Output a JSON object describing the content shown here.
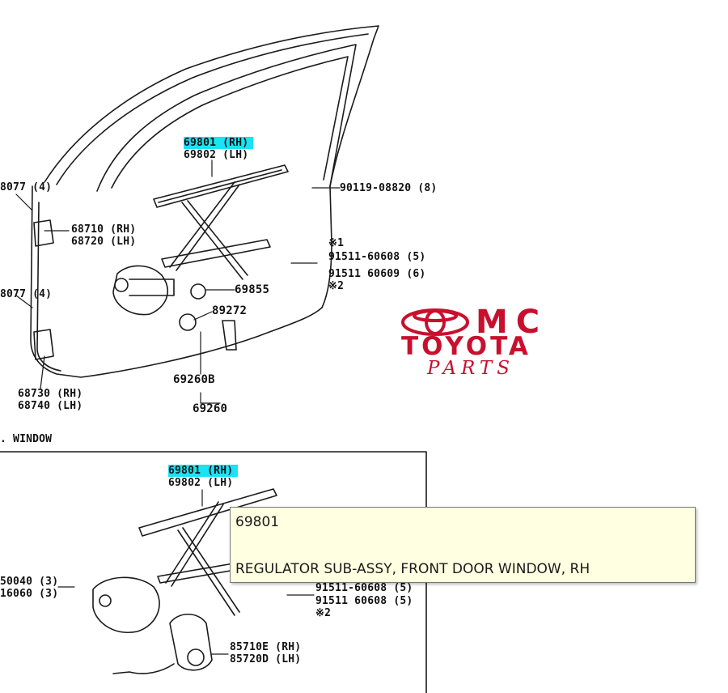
{
  "labels": {
    "p68077_a": "8077 (4)",
    "p69801_top": "69801 (RH)",
    "p69802_top": "69802 (LH)",
    "p90119": "90119-08820 (8)",
    "p68710": "68710 (RH)",
    "p68720": "68720 (LH)",
    "mark1": "※1",
    "p91511_a": "91511-60608 (5)",
    "p91511_b": "91511 60609 (6)",
    "mark2": "※2",
    "p68077_b": "8077 (4)",
    "p69855": "69855",
    "p89272": "89272",
    "p69260b": "69260B",
    "p69260": "69260",
    "p68730": "68730 (RH)",
    "p68740": "68740 (LH)",
    "section_window": ". WINDOW",
    "p69801_bot": "69801 (RH)",
    "p69802_bot": "69802 (LH)",
    "p50040": "50040 (3)",
    "p16060": "16060 (3)",
    "p91511_c": "91511-60608 (5)",
    "p91511_d": "91511 60608 (5)",
    "mark2_b": "※2",
    "p85710": "85710E (RH)",
    "p85720": "85720D (LH)"
  },
  "logo": {
    "mc": "MC",
    "toyota": "TOYOTA",
    "parts": "PARTS",
    "color": "#c8102e"
  },
  "tooltip": {
    "code": "69801",
    "description": "REGULATOR SUB-ASSY, FRONT DOOR WINDOW, RH"
  },
  "highlight_color": "#19e3f4"
}
